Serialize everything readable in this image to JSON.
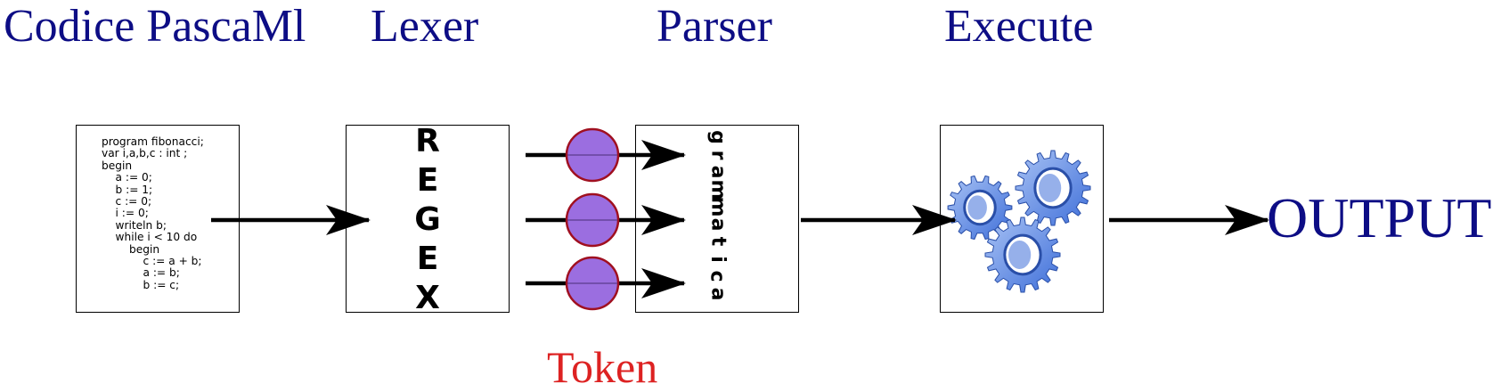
{
  "colors": {
    "title": "#0d0d85",
    "token_text": "#dd2222",
    "token_fill": "#9b6ee0",
    "token_stroke": "#a01020",
    "gear_fill": "#3f6fd9",
    "gear_light": "#a8c2f4"
  },
  "stages": {
    "source": "Codice PascaMl",
    "lexer": "Lexer",
    "parser": "Parser",
    "execute": "Execute"
  },
  "source_code": [
    "program fibonacci;",
    "var i,a,b,c : int ;",
    "begin",
    "    a := 0;",
    "    b := 1;",
    "    c := 0;",
    "    i := 0;",
    "    writeln b;",
    "    while i < 10 do",
    "        begin",
    "            c := a + b;",
    "            a := b;",
    "            b := c;"
  ],
  "lexer_letters": [
    "R",
    "E",
    "G",
    "E",
    "X"
  ],
  "parser_letters": [
    "g",
    "r",
    "a",
    "m",
    "m",
    "a",
    "t",
    "i",
    "c",
    "a"
  ],
  "token_label": "Token",
  "token_count": 3,
  "output_label": "OUTPUT",
  "execute_icon": "gears-icon"
}
